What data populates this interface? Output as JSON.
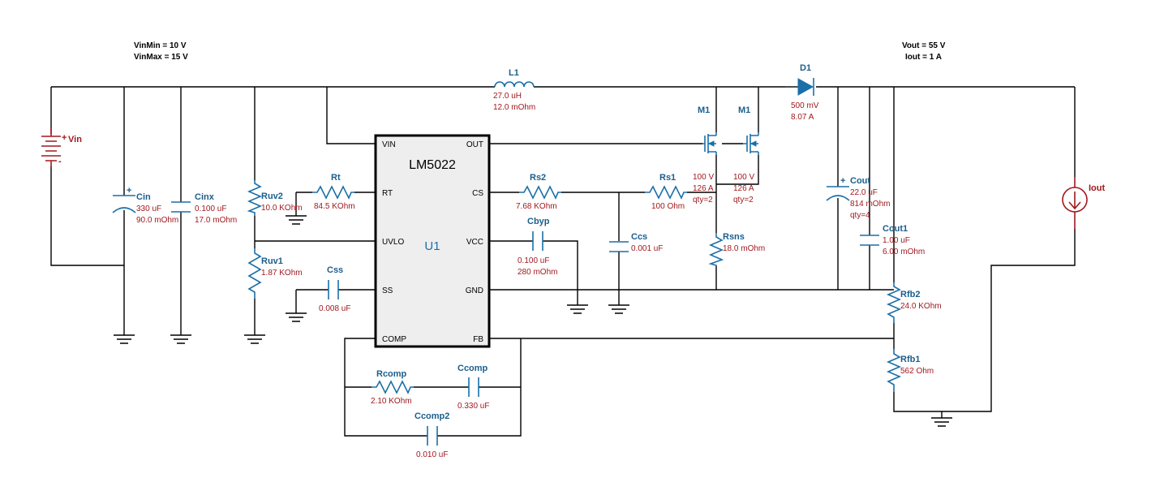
{
  "header": {
    "vin_min": "VinMin = 10 V",
    "vin_max": "VinMax = 15 V",
    "vout": "Vout = 55 V",
    "iout": "Iout = 1 A"
  },
  "ic": {
    "part": "LM5022",
    "ref": "U1",
    "pins": {
      "vin": "VIN",
      "out": "OUT",
      "rt": "RT",
      "cs": "CS",
      "uvlo": "UVLO",
      "vcc": "VCC",
      "ss": "SS",
      "gnd": "GND",
      "comp": "COMP",
      "fb": "FB"
    }
  },
  "sources": {
    "vin": "Vin",
    "vin_plus": "+",
    "vin_minus": "-",
    "iout": "Iout"
  },
  "components": {
    "L1": {
      "name": "L1",
      "v1": "27.0 uH",
      "v2": "12.0 mOhm"
    },
    "D1": {
      "name": "D1",
      "v1": "500 mV",
      "v2": "8.07 A"
    },
    "M1a": {
      "name": "M1",
      "v1": "100 V",
      "v2": "126 A",
      "v3": "qty=2"
    },
    "M1b": {
      "name": "M1",
      "v1": "100 V",
      "v2": "126 A",
      "v3": "qty=2"
    },
    "Cin": {
      "name": "Cin",
      "v1": "330 uF",
      "v2": "90.0 mOhm"
    },
    "Cinx": {
      "name": "Cinx",
      "v1": "0.100 uF",
      "v2": "17.0 mOhm"
    },
    "Ruv2": {
      "name": "Ruv2",
      "v1": "10.0 KOhm"
    },
    "Ruv1": {
      "name": "Ruv1",
      "v1": "1.87 KOhm"
    },
    "Rt": {
      "name": "Rt",
      "v1": "84.5 KOhm"
    },
    "Css": {
      "name": "Css",
      "v1": "0.008 uF"
    },
    "Rs2": {
      "name": "Rs2",
      "v1": "7.68 KOhm"
    },
    "Rs1": {
      "name": "Rs1",
      "v1": "100 Ohm"
    },
    "Cbyp": {
      "name": "Cbyp",
      "v1": "0.100 uF",
      "v2": "280 mOhm"
    },
    "Ccs": {
      "name": "Ccs",
      "v1": "0.001 uF"
    },
    "Rsns": {
      "name": "Rsns",
      "v1": "18.0 mOhm"
    },
    "Cout": {
      "name": "Cout",
      "v1": "22.0 uF",
      "v2": "814 mOhm",
      "v3": "qty=4"
    },
    "Cout1": {
      "name": "Cout1",
      "v1": "1.00 uF",
      "v2": "6.00 mOhm"
    },
    "Rfb2": {
      "name": "Rfb2",
      "v1": "24.0 KOhm"
    },
    "Rfb1": {
      "name": "Rfb1",
      "v1": "562 Ohm"
    },
    "Rcomp": {
      "name": "Rcomp",
      "v1": "2.10 KOhm"
    },
    "Ccomp": {
      "name": "Ccomp",
      "v1": "0.330 uF"
    },
    "Ccomp2": {
      "name": "Ccomp2",
      "v1": "0.010 uF"
    }
  },
  "colors": {
    "wire": "#000000",
    "component": "#1b6fa8",
    "value": "#a0191e",
    "ic_fill": "#eeeeee"
  }
}
